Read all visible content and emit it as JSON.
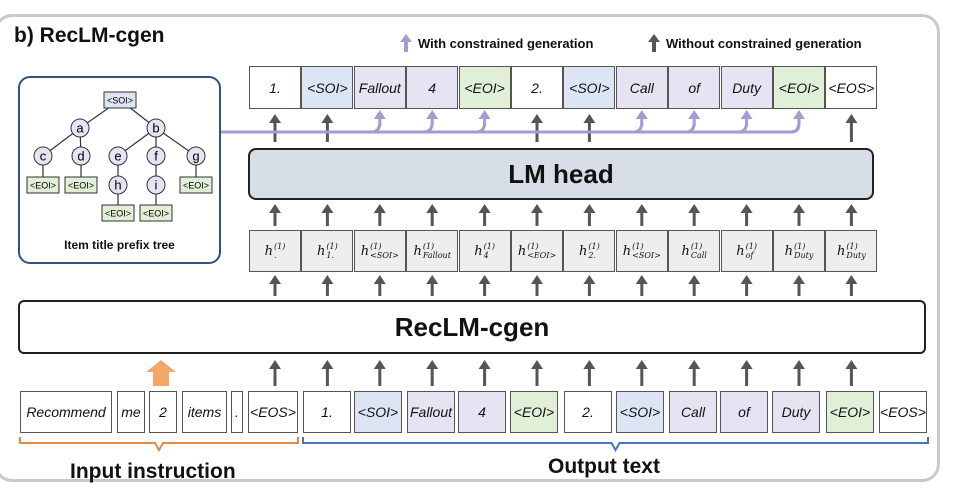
{
  "figure_label": "b) RecLM-cgen",
  "legend": {
    "constrained": "With constrained generation",
    "unconstrained": "Without constrained generation"
  },
  "colors": {
    "constrained_arrow": "#a79ad2",
    "plain_arrow": "#555555",
    "input_brace": "#e08a46",
    "output_brace": "#4a74b8",
    "soi_fill": "#dde5f4",
    "eoi_fill": "#e0efd6",
    "title_fill": "#e6e3f3",
    "hidden_fill": "#eeeeee"
  },
  "output_tokens": [
    {
      "text": "1.",
      "kind": "w",
      "constrained": false
    },
    {
      "text": "<SOI>",
      "kind": "b",
      "constrained": false
    },
    {
      "text": "Fallout",
      "kind": "p",
      "constrained": true
    },
    {
      "text": "4",
      "kind": "p",
      "constrained": true
    },
    {
      "text": "<EOI>",
      "kind": "g",
      "constrained": true
    },
    {
      "text": "2.",
      "kind": "w",
      "constrained": false
    },
    {
      "text": "<SOI>",
      "kind": "b",
      "constrained": false
    },
    {
      "text": "Call",
      "kind": "p",
      "constrained": true
    },
    {
      "text": "of",
      "kind": "p",
      "constrained": true
    },
    {
      "text": "Duty",
      "kind": "p",
      "constrained": true
    },
    {
      "text": "<EOI>",
      "kind": "g",
      "constrained": true
    },
    {
      "text": "<EOS>",
      "kind": "w",
      "constrained": false
    }
  ],
  "lm_head": "LM head",
  "hidden_states": [
    {
      "base": "h",
      "sub": ".",
      "sup": "(1)"
    },
    {
      "base": "h",
      "sub": "1.",
      "sup": "(1)"
    },
    {
      "base": "h",
      "sub": "<SOI>",
      "sup": "(1)"
    },
    {
      "base": "h",
      "sub": "Fallout",
      "sup": "(1)"
    },
    {
      "base": "h",
      "sub": "4",
      "sup": "(1)"
    },
    {
      "base": "h",
      "sub": "<EOI>",
      "sup": "(1)"
    },
    {
      "base": "h",
      "sub": "2.",
      "sup": "(1)"
    },
    {
      "base": "h",
      "sub": "<SOI>",
      "sup": "(1)"
    },
    {
      "base": "h",
      "sub": "Call",
      "sup": "(1)"
    },
    {
      "base": "h",
      "sub": "of",
      "sup": "(1)"
    },
    {
      "base": "h",
      "sub": "Duty",
      "sup": "(1)"
    },
    {
      "base": "h",
      "sub": "Duty",
      "sup": "(1)"
    }
  ],
  "model_name": "RecLM-cgen",
  "input_tokens": [
    {
      "text": "Recommend",
      "kind": "w"
    },
    {
      "text": "me",
      "kind": "w"
    },
    {
      "text": "2",
      "kind": "w"
    },
    {
      "text": "items",
      "kind": "w"
    },
    {
      "text": ".",
      "kind": "w"
    },
    {
      "text": "<EOS>",
      "kind": "w"
    }
  ],
  "input_output_tokens": [
    {
      "text": "1.",
      "kind": "w"
    },
    {
      "text": "<SOI>",
      "kind": "b"
    },
    {
      "text": "Fallout",
      "kind": "p"
    },
    {
      "text": "4",
      "kind": "p"
    },
    {
      "text": "<EOI>",
      "kind": "g"
    },
    {
      "text": "2.",
      "kind": "w"
    },
    {
      "text": "<SOI>",
      "kind": "b"
    },
    {
      "text": "Call",
      "kind": "p"
    },
    {
      "text": "of",
      "kind": "p"
    },
    {
      "text": "Duty",
      "kind": "p"
    },
    {
      "text": "<EOI>",
      "kind": "g"
    },
    {
      "text": "<EOS>",
      "kind": "w"
    }
  ],
  "input_label": "Input instruction",
  "output_label": "Output text",
  "prefix_tree": {
    "caption": "Item title prefix tree",
    "root": "<SOI>",
    "level1": [
      "a",
      "b"
    ],
    "level2": [
      "c",
      "d",
      "e",
      "f",
      "g"
    ],
    "level3": [
      "h",
      "i"
    ],
    "eoi": "<EOI>"
  }
}
